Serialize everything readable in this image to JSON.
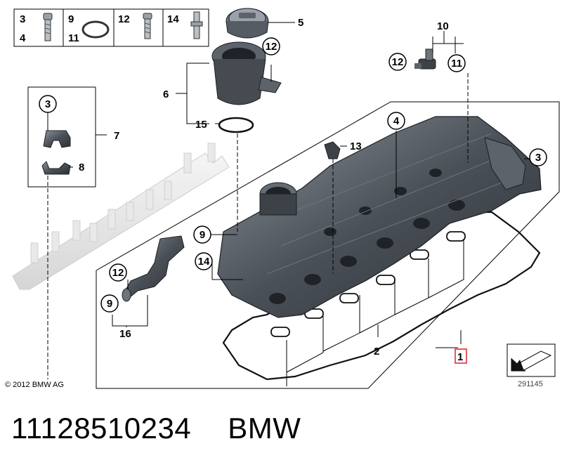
{
  "diagram": {
    "legend_cells": [
      {
        "labels": [
          "3",
          "4"
        ]
      },
      {
        "labels": [
          "9",
          "11"
        ]
      },
      {
        "labels": [
          "12"
        ]
      },
      {
        "labels": [
          "14"
        ]
      }
    ],
    "callouts": {
      "c1": "1",
      "c2": "2",
      "c3a": "3",
      "c3b": "3",
      "c4": "4",
      "c5": "5",
      "c6": "6",
      "c7": "7",
      "c8": "8",
      "c9a": "9",
      "c9b": "9",
      "c10": "10",
      "c11": "11",
      "c12a": "12",
      "c12b": "12",
      "c12c": "12",
      "c13": "13",
      "c14": "14",
      "c15": "15",
      "c16": "16"
    },
    "highlight_color": "#e0202a",
    "copyright": "© 2012 BMW AG",
    "reference_number": "291145"
  },
  "footer": {
    "part_number": "11128510234",
    "brand": "BMW"
  }
}
